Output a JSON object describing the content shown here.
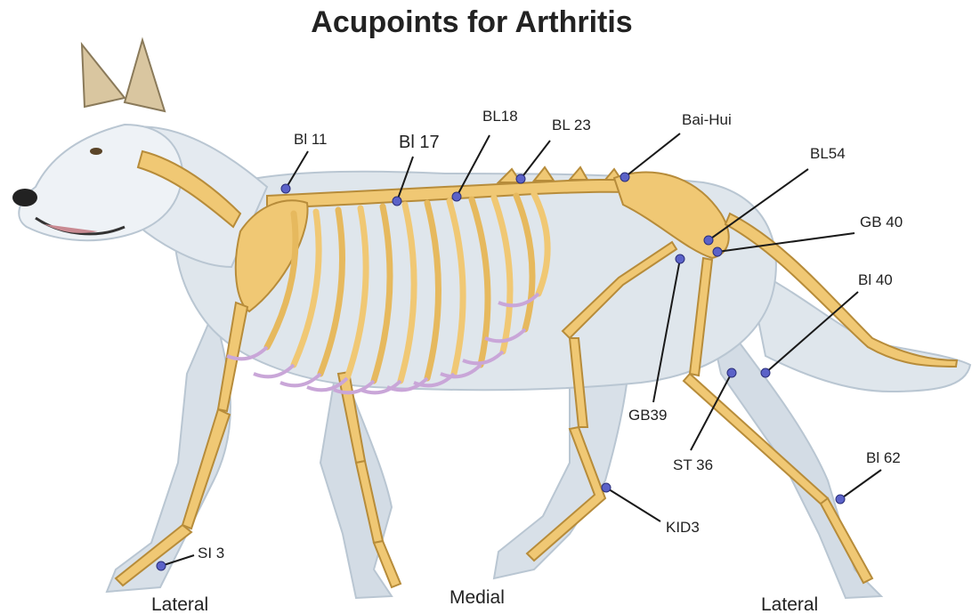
{
  "title": "Acupoints for Arthritis",
  "colors": {
    "fur": "#dfe6ec",
    "fur_shade": "#b9c6d2",
    "bone": "#f0c874",
    "bone_stroke": "#b78c3a",
    "rib_lower": "#c9a6d8",
    "point": "#5b62c8",
    "leader": "#1a1a1a"
  },
  "points": [
    {
      "id": "bl11",
      "label": "Bl 11",
      "icon": "acupoint-dot"
    },
    {
      "id": "bl17",
      "label": "Bl 17",
      "icon": "acupoint-dot"
    },
    {
      "id": "bl18",
      "label": "BL18",
      "icon": "acupoint-dot"
    },
    {
      "id": "bl23",
      "label": "BL 23",
      "icon": "acupoint-dot"
    },
    {
      "id": "baihui",
      "label": "Bai-Hui",
      "icon": "acupoint-dot"
    },
    {
      "id": "bl54",
      "label": "BL54",
      "icon": "acupoint-dot"
    },
    {
      "id": "gb40",
      "label": "GB 40",
      "icon": "acupoint-dot"
    },
    {
      "id": "bl40",
      "label": "Bl 40",
      "icon": "acupoint-dot"
    },
    {
      "id": "gb39",
      "label": "GB39",
      "icon": "acupoint-dot"
    },
    {
      "id": "st36",
      "label": "ST 36",
      "icon": "acupoint-dot"
    },
    {
      "id": "bl62",
      "label": "Bl 62",
      "icon": "acupoint-dot"
    },
    {
      "id": "kid3",
      "label": "KID3",
      "icon": "acupoint-dot"
    },
    {
      "id": "si3",
      "label": "SI 3",
      "icon": "acupoint-dot"
    }
  ],
  "views": {
    "front_lateral": "Lateral",
    "medial": "Medial",
    "rear_lateral": "Lateral"
  }
}
